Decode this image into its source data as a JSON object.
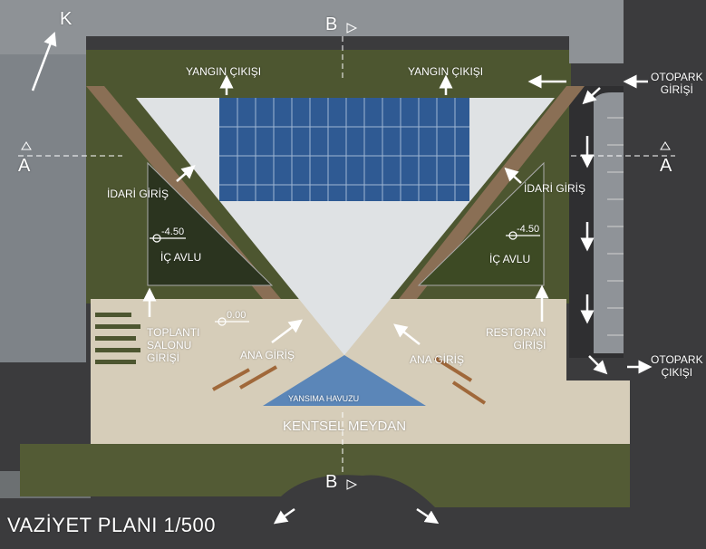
{
  "title": "VAZİYET PLANI  1/500",
  "north": "K",
  "sections": {
    "a_left": "A",
    "a_right": "A",
    "b_top": "B",
    "b_bottom": "B"
  },
  "labels": {
    "fire_exit_left": "YANGIN ÇIKIŞI",
    "fire_exit_right": "YANGIN ÇIKIŞI",
    "parking_entry": [
      "OTOPARK",
      "GİRİŞİ"
    ],
    "parking_exit": [
      "OTOPARK",
      "ÇIKIŞI"
    ],
    "admin_entry_left": "İDARİ GİRİŞ",
    "admin_entry_right": "İDARİ GİRİŞ",
    "courtyard_left": "İÇ AVLU",
    "courtyard_right": "İÇ AVLU",
    "level_courtyard_left": "-4.50",
    "level_courtyard_right": "-4.50",
    "level_plaza": "0.00",
    "meeting_hall_entry": [
      "TOPLANTI",
      "SALONU",
      "GİRİŞİ"
    ],
    "main_entry_left": "ANA GİRİŞ",
    "main_entry_right": "ANA GİRİŞ",
    "restaurant_entry": [
      "RESTORAN",
      "GİRİŞİ"
    ],
    "reflecting_pool": "YANSIMA HAVUZU",
    "urban_square": "KENTSEL MEYDAN"
  },
  "colors": {
    "road": "#3b3b3d",
    "grass": "#4d5630",
    "plaza": "#d6cdb9",
    "roof": "#dfe2e4",
    "glass": "#2f5a93",
    "pool": "#5b86b8"
  }
}
